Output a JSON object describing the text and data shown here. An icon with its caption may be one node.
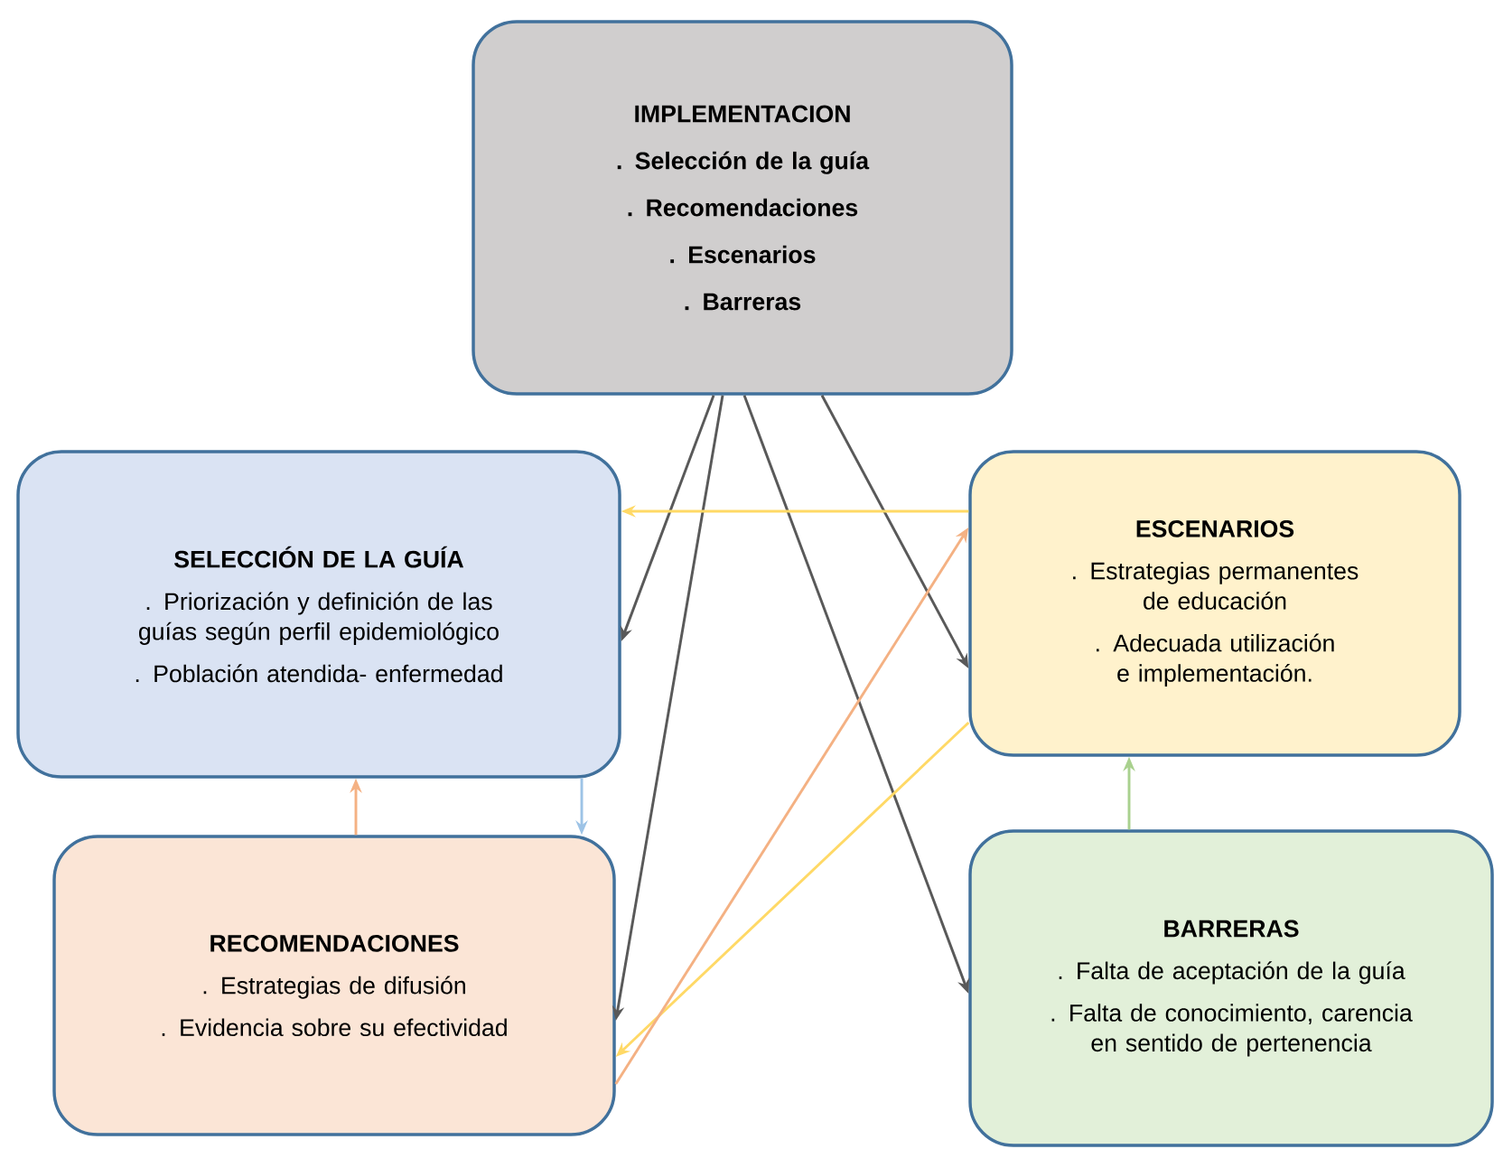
{
  "diagram": {
    "nodes": [
      {
        "text": [
          "IMPLEMENTACION",
          ". Selección de la guía",
          ". Recomendaciones",
          ". Escenarios",
          ". Barreras"
        ]
      },
      {
        "text": [
          "SELECCIÓN DE LA GUÍA",
          ". Priorización y definición de las guías según perfil epidemiológico",
          ". Población atendida- enfermedad"
        ]
      },
      {
        "text": [
          "ESCENARIOS",
          ". Estrategias permanentes de educación",
          ". Adecuada utilización e implementación."
        ]
      },
      {
        "text": [
          "RECOMENDACIONES",
          ". Estrategias de difusión",
          ". Evidencia sobre su efectividad"
        ]
      },
      {
        "text": [
          "BARRERAS",
          ". Falta de aceptación de la guía",
          ". Falta de conocimiento, carencia en sentido de pertenencia"
        ]
      }
    ],
    "edges": [
      {
        "from": 0,
        "to": 1,
        "arrow": "to"
      },
      {
        "from": 0,
        "to": 3,
        "arrow": "to"
      },
      {
        "from": 0,
        "to": 4,
        "arrow": "to"
      },
      {
        "from": 0,
        "to": 2,
        "arrow": "to"
      },
      {
        "from": 2,
        "to": 1,
        "arrow": "to",
        "color": "#ffd966"
      },
      {
        "from": 2,
        "to": 3,
        "arrow": "to",
        "color": "#ffd966"
      },
      {
        "from": 3,
        "to": 2,
        "arrow": "to",
        "color": "#f4b183"
      },
      {
        "from": 3,
        "to": 1,
        "arrow": "to",
        "color": "#f4b183"
      },
      {
        "from": 4,
        "to": 2,
        "arrow": "to",
        "color": "#a9d18e"
      },
      {
        "from": 1,
        "to": 3,
        "arrow": "to",
        "color": "#9dc3e6"
      }
    ]
  }
}
